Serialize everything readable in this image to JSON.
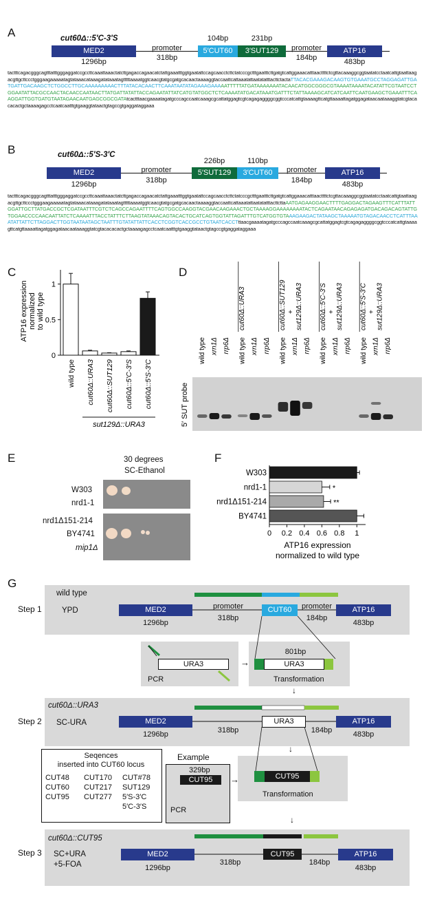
{
  "panelA": {
    "letter": "A",
    "title": "cut60Δ::5′C-3′S",
    "med2": "MED2",
    "med2_bp": "1296bp",
    "promoter1": "promoter",
    "promoter1_bp": "318bp",
    "cut60": "5′CUT60",
    "cut60_bp": "104bp",
    "sut129": "3′SUT129",
    "sut129_bp": "231bp",
    "promoter2": "promoter",
    "promoter2_bp": "184bp",
    "atp16": "ATP16",
    "atp16_bp": "483bp",
    "seq_black1": "tactttcagacgggcagtttatttgggaggatccgccttcaaattaaactatcttgagaccagaacatctattgaaatttggtgaatattccagcaacctcttctatcccgctttgaatttcttgatgtcattggaaacatttaacttttctcgttacaaaggcggtaatatcctaatcattgtaattaagacgttgcttccctgggaagaaaaatagtataaacataaagatataaatagtttttaaaatggtcaacgtatgcgatgcacaactaaaaggtaccaattcattaaatattaatatatttacttctacta",
    "seq_cyan": "TTACACGAAAGACAAGTGTGAAATGCCTAGGAGATTGATGATTGACAAGCTCTGGCCTTGCAAAAAAAAACTTTATACACAACTTCAAATAATATAGAAAGAAA",
    "seq_green": "AATTTTTATGATAAAAAAATACAACATGGCGGGCGTAAAATAAAATACATATTCGTAATCCTGGAATATTACGCCAACTACAACCAATAACTTATGATTATATTACCAGAATATTATCATGTATGGCTCTCAAAATATGACATAAATGATTTCTATTAAAAGCATCATCAATTCAATGAAGCTGAAATTTCAAGGATTGGTGATGTAATAGAACAATGAGCGGCGATA",
    "seq_black2": "tcactttaacgaaaatagatgcccagccaatcaaagcgcattatggagtcgtcagagaggggcggtcccatcattgtaaaagttcatgttaaaattagatggagataacaataaaggtatcgtacacacactgctaaaagagcctcaatcaatttgtgaaggtataactgtagccgtgaggataggaaa"
  },
  "panelB": {
    "letter": "B",
    "title": "cut60Δ::5′S-3′C",
    "med2": "MED2",
    "med2_bp": "1296bp",
    "promoter1": "promoter",
    "promoter1_bp": "318bp",
    "sut129": "5′SUT129",
    "sut129_bp": "226bp",
    "cut60": "3′CUT60",
    "cut60_bp": "110bp",
    "promoter2": "promoter",
    "promoter2_bp": "184bp",
    "atp16": "ATP16",
    "atp16_bp": "483bp",
    "seq_black1": "tactttcagacgggcagtttatttgggaggatccgccttcaaattaaactatcttgagaccagaacatctattgaaatttggtgaatattccagcaacctcttctatcccgctttgaatttcttgatgtcattggaaacatttaacttttctcgttacaaaggcggtaatatcctaatcattgtaattaagacgttgcttccctgggaagaaaaatagtataaacataaagatataaatagtttttaaaatggtcaacgtatgcgatgcacaactaaaaggtaccaattcattaaatattaatatatttacttctta",
    "seq_green": "AATGAGAAGGAACTTTTGAGGACTAGAAGTTTCATTTATTGGATTGCTTATGACCGCTCGATAATTTCGTCTCAGCCAGAATTTTCAGTGGCCAAGGTACGAACAAGAAACTGCTAAAAGGAAAAAAAATACTCAGAATAACAGAGAGATGACAGACAGTATTGTGGAACCCCAACAATTATCTCAAAATTTACCTATTTCTTAAGTATAAACAGTACACTGCATCAGTGGTATTAGATTTGTCATGGTGTA",
    "seq_cyan": "AAGAAGACTATAAGCTAAAAATGTAGACAACCTCATTTAAATATTATTCTTAGGACTTGGTAATAATAGCTAATTTGTATATTATTCACCTCGGTCACCGCCTGTAATCACCT",
    "seq_black2": "ttaacgaaaatagatgcccagccaatcaaagcgcattatggagtcgtcagagaggggcggtcccatcattgtaaaagttcatgttaaaattagatggagataacaataaaggtatcgtacacacactgctaaaagagcctcaatcaatttgtgaaggtataactgtagccgtgaggataggaaa"
  },
  "panelC": {
    "letter": "C",
    "ylabel": "ATP16 expression normalized to wild type",
    "group_label": "sut129Δ::URA3"
  },
  "chart_data": [
    {
      "type": "bar",
      "categories": [
        "wild type",
        "cut60Δ::URA3",
        "cut60Δ::SUT129",
        "cut60Δ::5′C-3′S",
        "cut60Δ::5′S-3′C"
      ],
      "values": [
        1.0,
        0.06,
        0.03,
        0.05,
        0.8
      ],
      "errors": [
        0.15,
        0.01,
        0.005,
        0.01,
        0.09
      ],
      "colors": [
        "#ffffff",
        "#ffffff",
        "#ffffff",
        "#ffffff",
        "#1a1a1a"
      ],
      "ylim": [
        0,
        1.2
      ],
      "yticks": [
        0,
        0.5,
        1
      ],
      "ylabel": "ATP16 expression normalized to wild type"
    },
    {
      "type": "bar",
      "orientation": "horizontal",
      "categories": [
        "W303",
        "nrd1-1",
        "nrd1Δ151-214",
        "BY4741"
      ],
      "values": [
        1.0,
        0.6,
        0.62,
        1.0
      ],
      "errors": [
        0.03,
        0.09,
        0.08,
        0.08
      ],
      "significance": [
        "",
        "*",
        "**",
        ""
      ],
      "colors": [
        "#1a1a1a",
        "#d6d6d6",
        "#a9a9a9",
        "#555555"
      ],
      "xlim": [
        0,
        1.1
      ],
      "xticks": [
        "0",
        "0.2",
        "0.4",
        "0.6",
        "0.8",
        "1"
      ],
      "xlabel": "ATP16 expression normalized to wild type"
    }
  ],
  "panelD": {
    "letter": "D",
    "probe": "5′ SUT probe",
    "groups": [
      "cut60Δ::URA3",
      "cut60Δ::SUT129 + sut129Δ::URA3",
      "cut60Δ::5′C-3′S + sut129Δ::URA3",
      "cut60Δ::5′S-3′C + sut129Δ::URA3"
    ],
    "group_top": [
      "cut60Δ::URA3",
      "cut60Δ::SUT129",
      "cut60Δ::5′C-3′S",
      "cut60Δ::5′S-3′C"
    ],
    "group_plus": "+",
    "group_bottom": "sut129Δ::URA3",
    "lanes": [
      "wild type",
      "xrn1Δ",
      "rrp6Δ",
      "wild type",
      "xrn1Δ",
      "rrp6Δ",
      "wild type",
      "xrn1Δ",
      "rrp6Δ",
      "wild type",
      "xrn1Δ",
      "rrp6Δ",
      "wild type",
      "xrn1Δ",
      "rrp6Δ"
    ]
  },
  "panelE": {
    "letter": "E",
    "header1": "30 degrees",
    "header2": "SC-Ethanol",
    "strains": [
      "W303",
      "nrd1-1",
      "nrd1Δ151-214",
      "BY4741",
      "mip1Δ"
    ]
  },
  "panelF": {
    "letter": "F",
    "xlabel1": "ATP16 expression",
    "xlabel2": "normalized to wild type"
  },
  "panelG": {
    "letter": "G",
    "step1": "Step 1",
    "step2": "Step 2",
    "step3": "Step 3",
    "wildtype": "wild type",
    "ypd": "YPD",
    "med2": "MED2",
    "med2_bp": "1296bp",
    "promoter": "promoter",
    "bp318": "318bp",
    "cut60": "CUT60",
    "bp184": "184bp",
    "atp16": "ATP16",
    "atp16_bp": "483bp",
    "ura3": "URA3",
    "pcr": "PCR",
    "transformation": "Transformation",
    "bp801": "801bp",
    "step2_title": "cut60Δ::URA3",
    "scura": "SC-URA",
    "example": "Example",
    "bp329": "329bp",
    "cut95": "CUT95",
    "seq_title1": "Seqences",
    "seq_title2": "inserted into CUT60 locus",
    "seq_items": [
      [
        "CUT48",
        "CUT170",
        "CUT#78"
      ],
      [
        "CUT60",
        "CUT217",
        "SUT129"
      ],
      [
        "CUT95",
        "CUT277",
        "5′S-3′C"
      ],
      [
        "",
        "",
        "5′C-3′S"
      ]
    ],
    "step3_title": "cut60Δ::CUT95",
    "media3a": "SC+URA",
    "media3b": "+5-FOA"
  }
}
